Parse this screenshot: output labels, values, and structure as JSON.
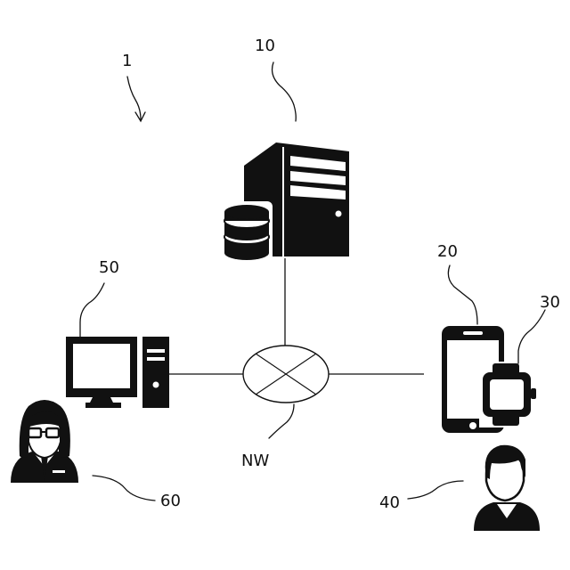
{
  "labels": {
    "system": "1",
    "server": "10",
    "smartphone": "20",
    "smartwatch": "30",
    "user": "40",
    "pc": "50",
    "operator": "60",
    "network": "NW"
  },
  "icons": {
    "server": "server-icon",
    "database": "database-icon",
    "network": "network-cloud-icon",
    "pc": "desktop-computer-icon",
    "smartphone": "smartphone-icon",
    "smartwatch": "smartwatch-icon",
    "operator": "woman-with-glasses-icon",
    "user": "man-user-icon"
  },
  "colors": {
    "ink": "#111111",
    "background": "#ffffff"
  }
}
